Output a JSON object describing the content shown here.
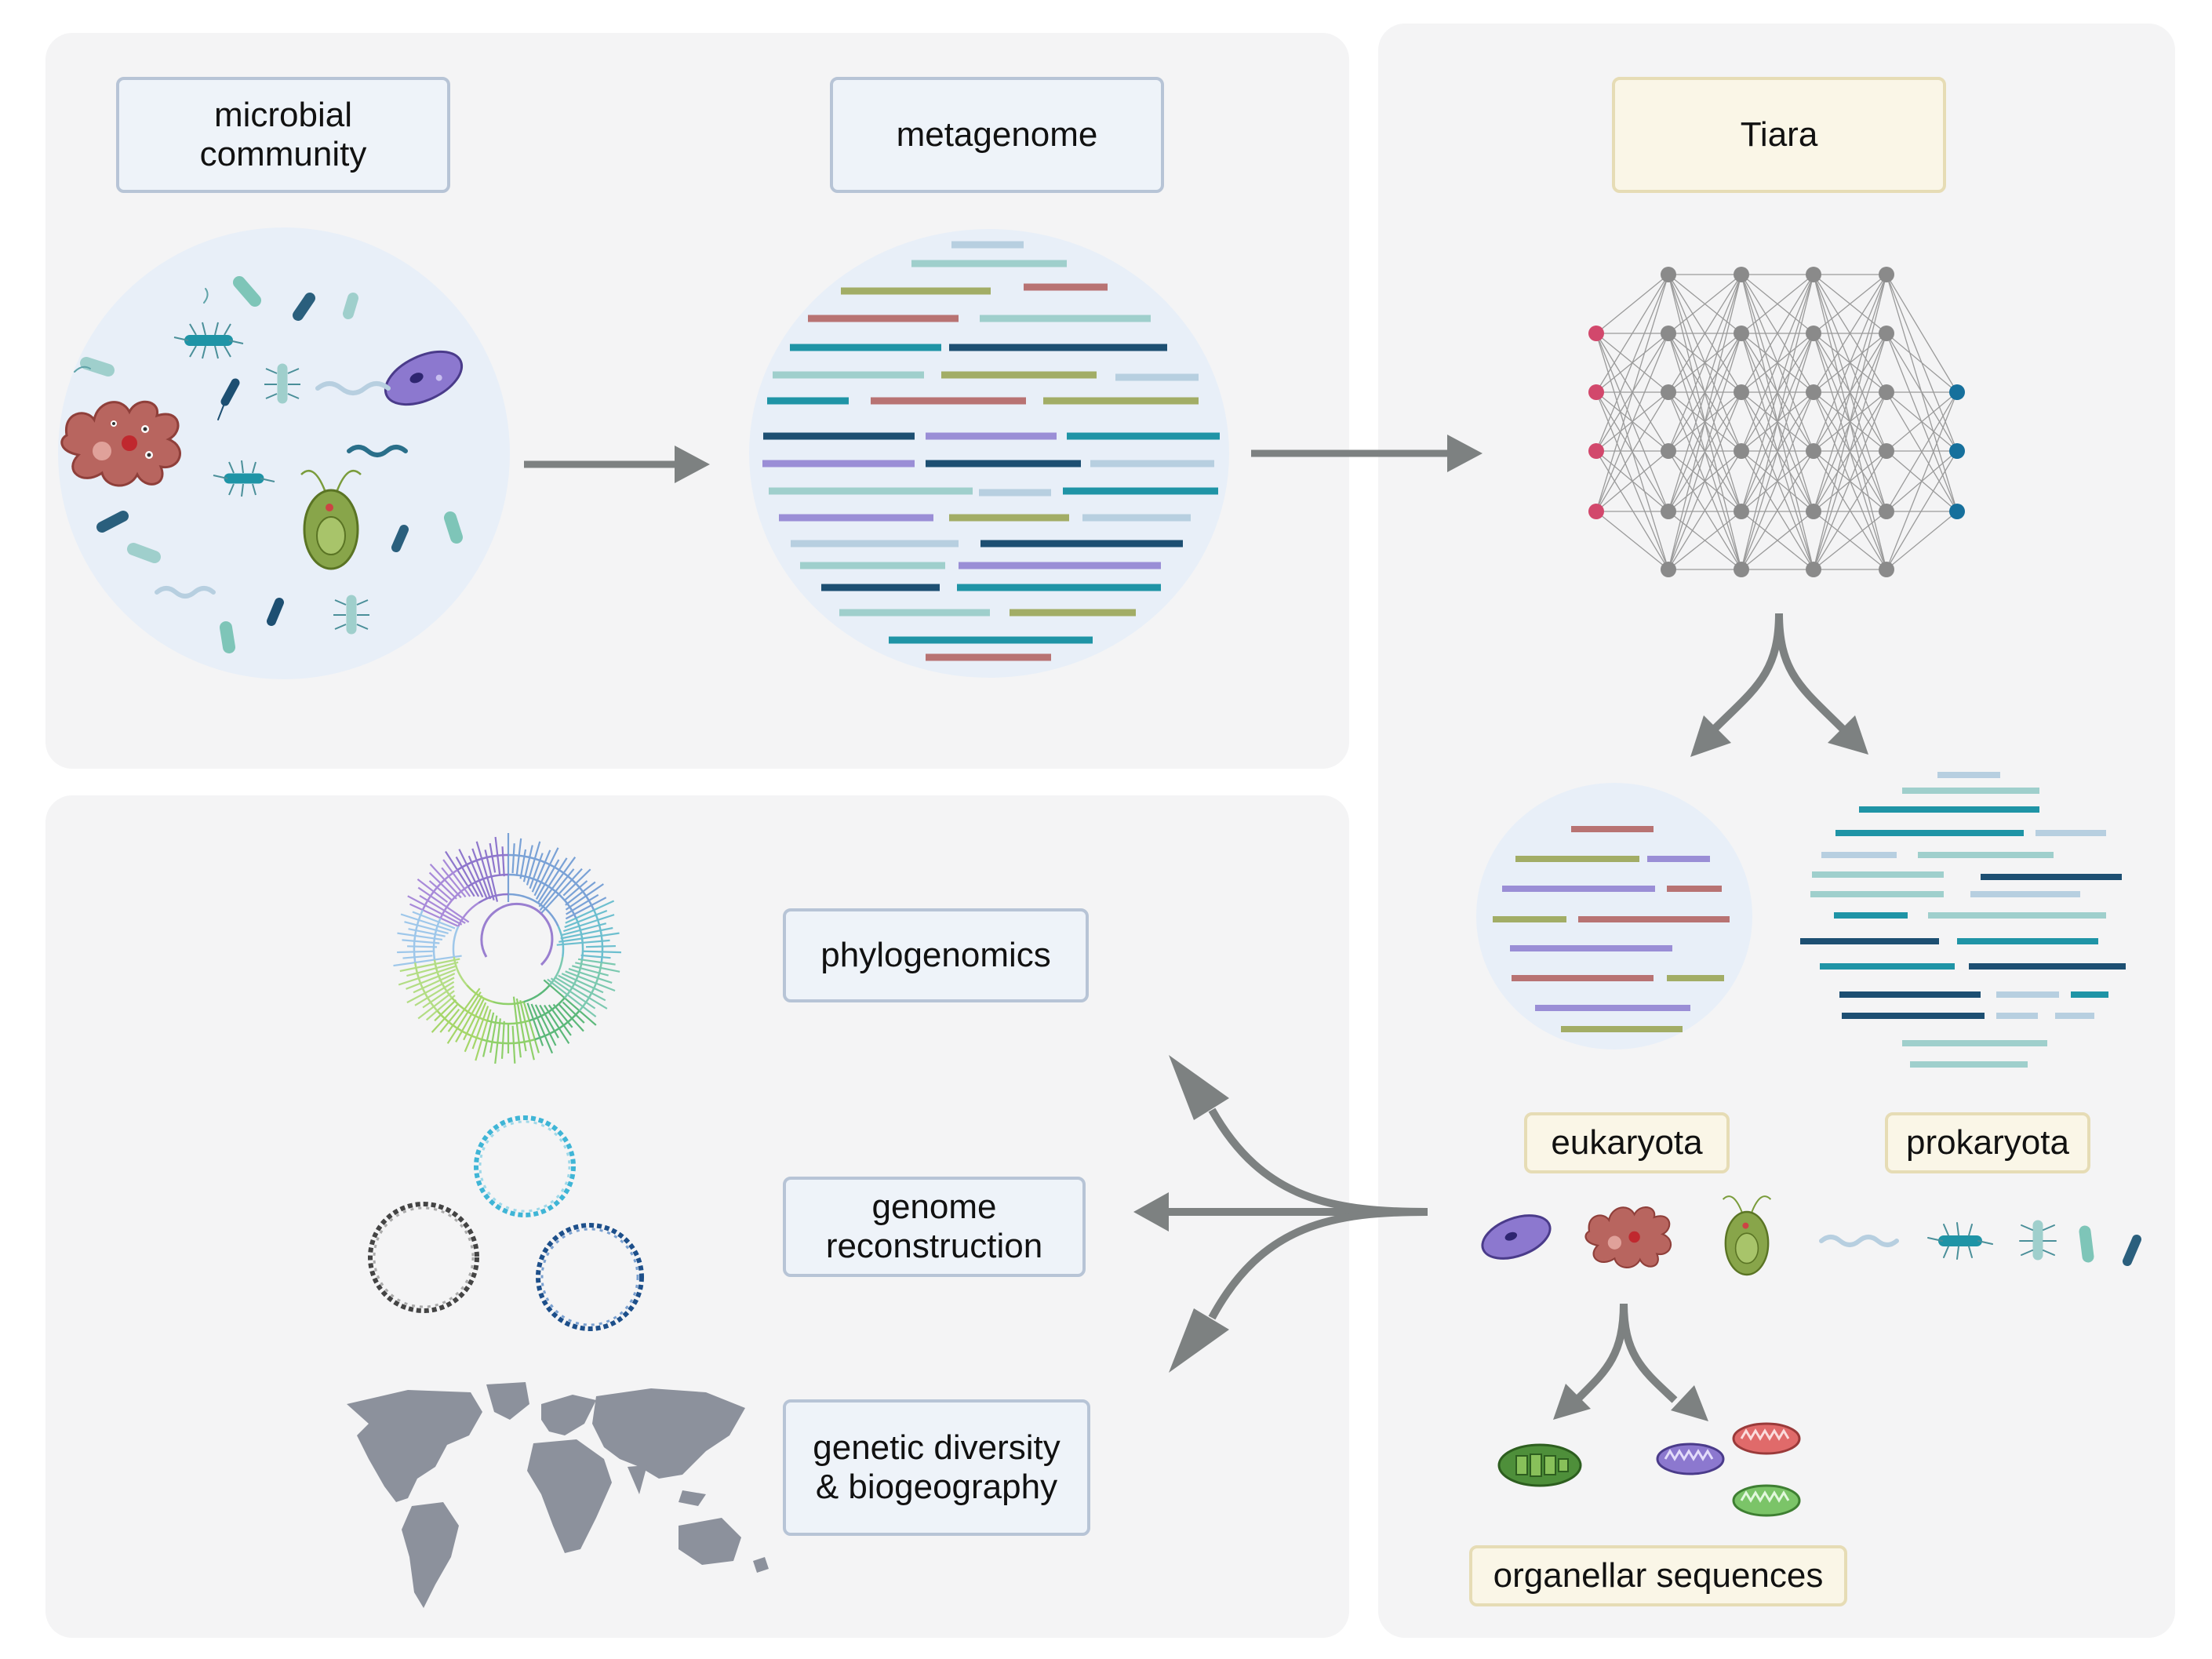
{
  "workflow": {
    "input": {
      "community_label": "microbial\ncommunity",
      "metagenome_label": "metagenome"
    },
    "classifier": {
      "tool_label": "Tiara"
    },
    "outputs": {
      "eukaryota_label": "eukaryota",
      "prokaryota_label": "prokaryota",
      "organellar_label": "organellar sequences"
    },
    "applications": {
      "phylogenomics_label": "phylogenomics",
      "genome_reconstruction_label": "genome\nreconstruction",
      "diversity_label": "genetic diversity\n& biogeography"
    }
  },
  "colors": {
    "panel_bg": "#f4f4f5",
    "circle_bg": "#e8eff8",
    "label_blue_border": "#b7c4d6",
    "label_yellow_border": "#e6dcb5",
    "arrow": "#7d8181",
    "nn_input_node": "#d2486c",
    "nn_hidden_node": "#8a8a8a",
    "nn_output_node": "#16709c",
    "seq_teal": "#1f94a6",
    "seq_navy": "#1d4f72",
    "seq_light_teal": "#9fcfcc",
    "seq_light_blue": "#b7cfe0",
    "seq_olive": "#a2ad66",
    "seq_rose": "#b87373",
    "seq_purple": "#9a8ed6",
    "map_gray": "#8c919c"
  },
  "icons": [
    "bacteria-icon",
    "amoeba-icon",
    "paramecium-icon",
    "green-alga-icon",
    "neural-network-icon",
    "phylogenetic-tree-icon",
    "circular-genome-icon",
    "world-map-icon",
    "chloroplast-icon",
    "mitochondrion-icon"
  ]
}
